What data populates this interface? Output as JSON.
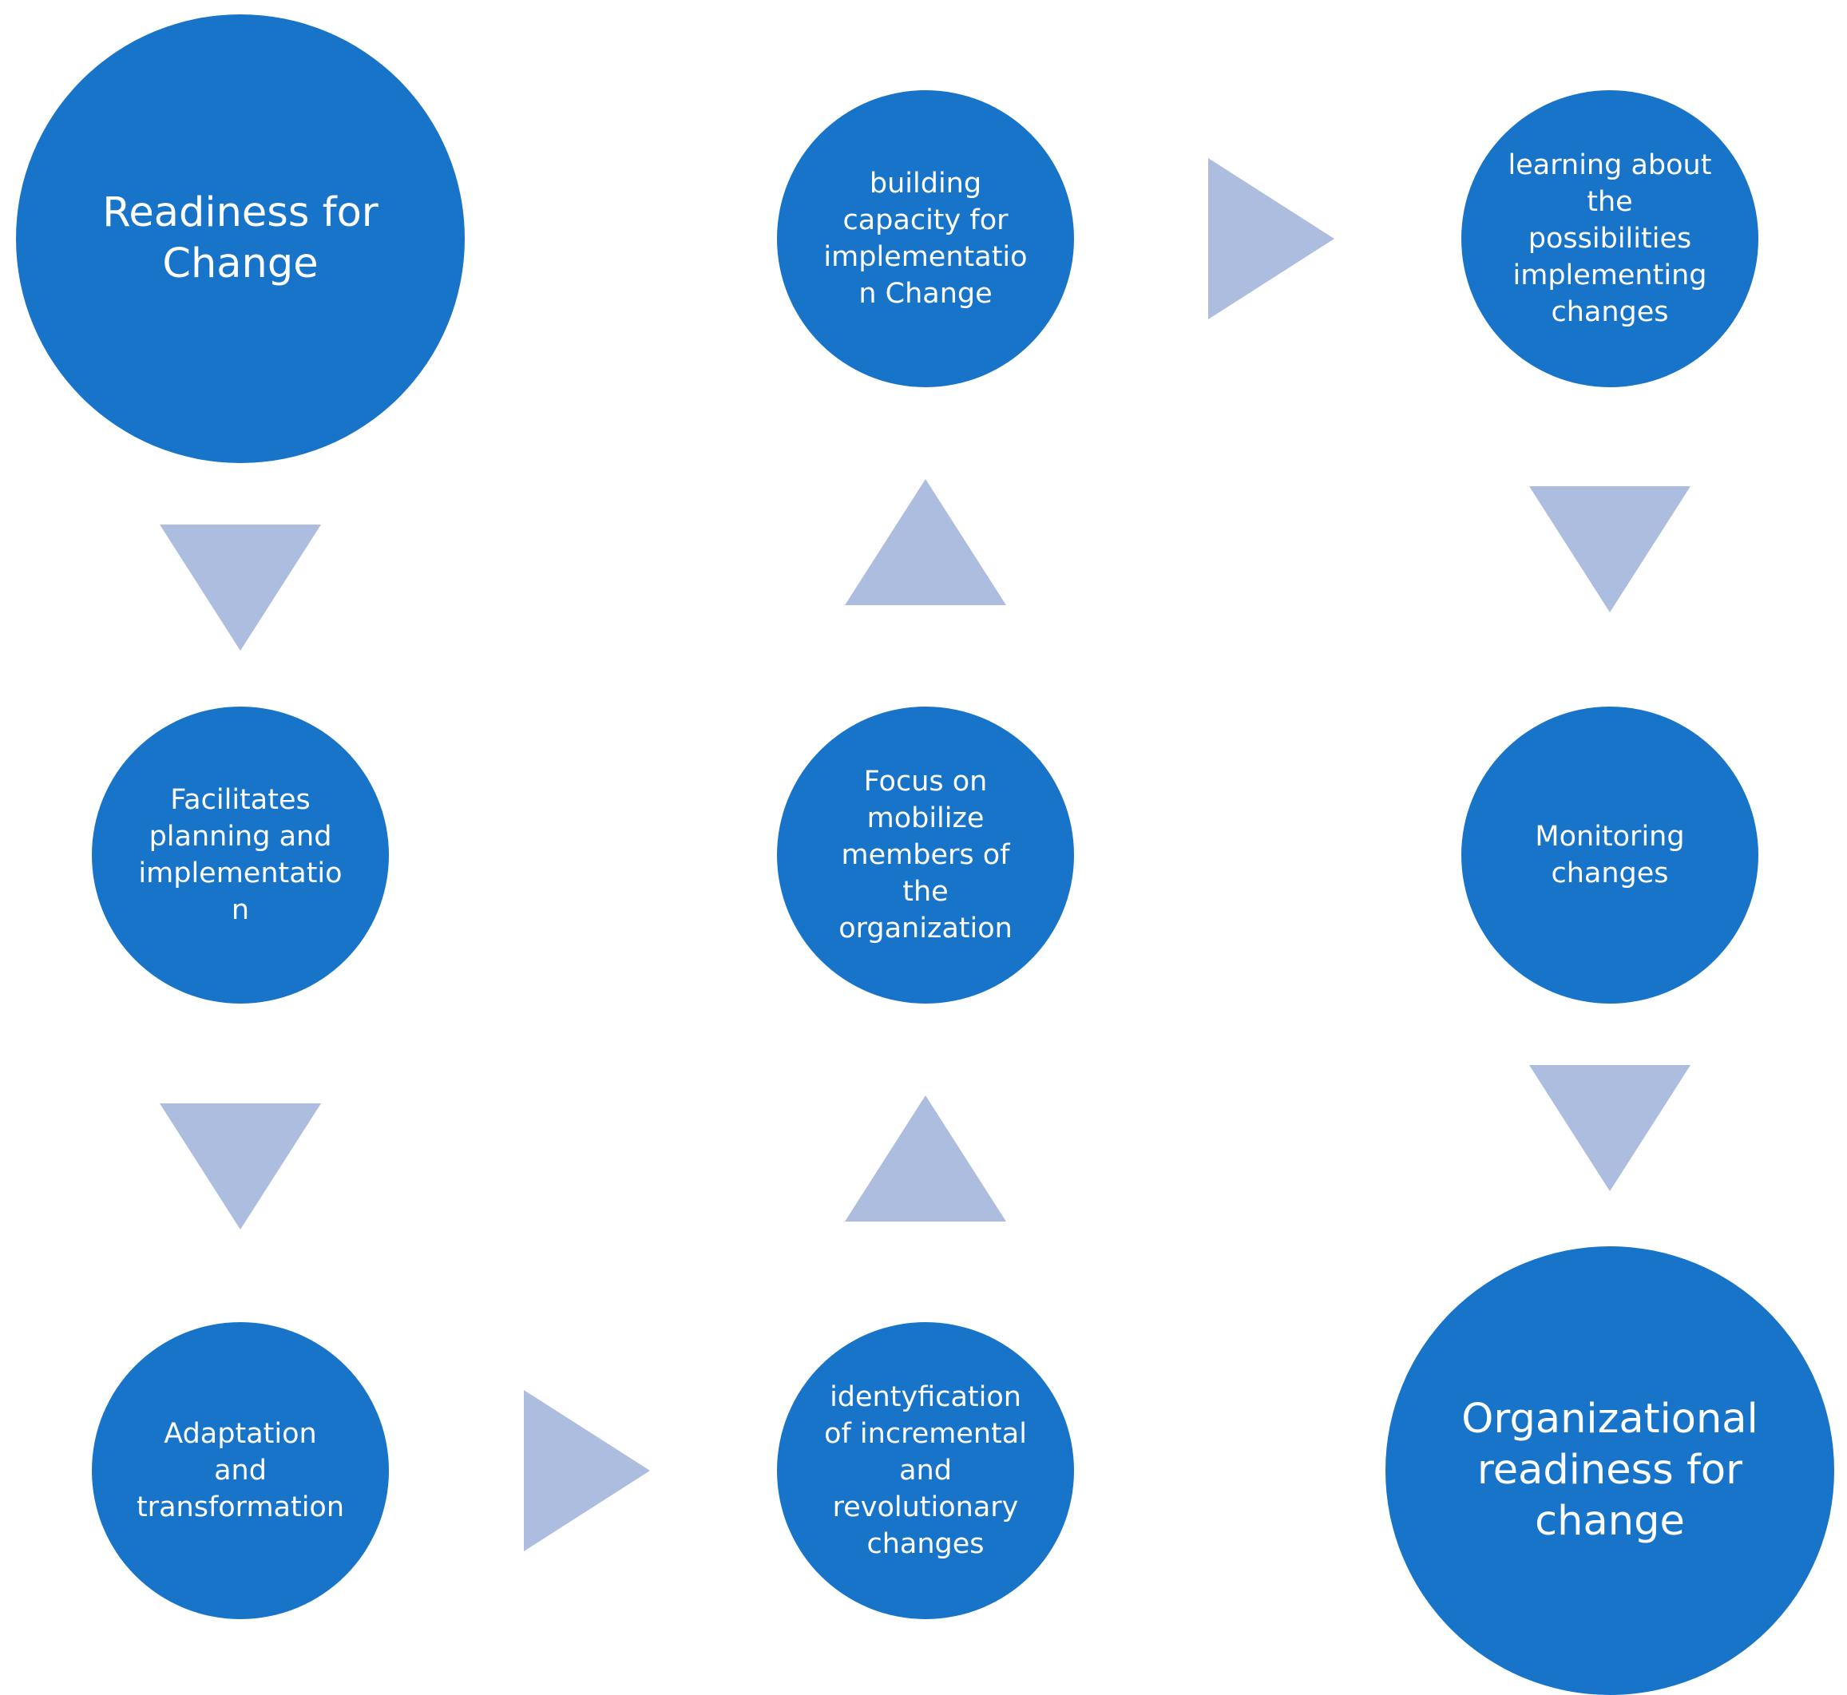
{
  "colors": {
    "node_fill": "#1874c9",
    "arrow_fill": "#adbde0",
    "text": "#ffffff",
    "background": "#ffffff"
  },
  "nodes": [
    {
      "id": "readiness-for-change",
      "label": "Readiness for\nChange"
    },
    {
      "id": "facilitates-planning",
      "label": "Facilitates\nplanning and\nimplementatio\nn"
    },
    {
      "id": "adaptation-transformation",
      "label": "Adaptation\nand\ntransformation"
    },
    {
      "id": "identyfication-changes",
      "label": "identyfication\nof incremental\nand\nrevolutionary\nchanges"
    },
    {
      "id": "focus-mobilize",
      "label": "Focus on\nmobilize\nmembers of\nthe\norganization"
    },
    {
      "id": "building-capacity",
      "label": "building\ncapacity for\nimplementatio\nn Change"
    },
    {
      "id": "learning-possibilities",
      "label": "learning about\nthe\npossibilities\nimplementing\nchanges"
    },
    {
      "id": "monitoring-changes",
      "label": "Monitoring\nchanges"
    },
    {
      "id": "organizational-readiness",
      "label": "Organizational\nreadiness for\nchange"
    }
  ],
  "arrows": [
    {
      "from": "readiness-for-change",
      "to": "facilitates-planning",
      "direction": "down"
    },
    {
      "from": "facilitates-planning",
      "to": "adaptation-transformation",
      "direction": "down"
    },
    {
      "from": "adaptation-transformation",
      "to": "identyfication-changes",
      "direction": "right"
    },
    {
      "from": "identyfication-changes",
      "to": "focus-mobilize",
      "direction": "up"
    },
    {
      "from": "focus-mobilize",
      "to": "building-capacity",
      "direction": "up"
    },
    {
      "from": "building-capacity",
      "to": "learning-possibilities",
      "direction": "right"
    },
    {
      "from": "learning-possibilities",
      "to": "monitoring-changes",
      "direction": "down"
    },
    {
      "from": "monitoring-changes",
      "to": "organizational-readiness",
      "direction": "down"
    }
  ]
}
